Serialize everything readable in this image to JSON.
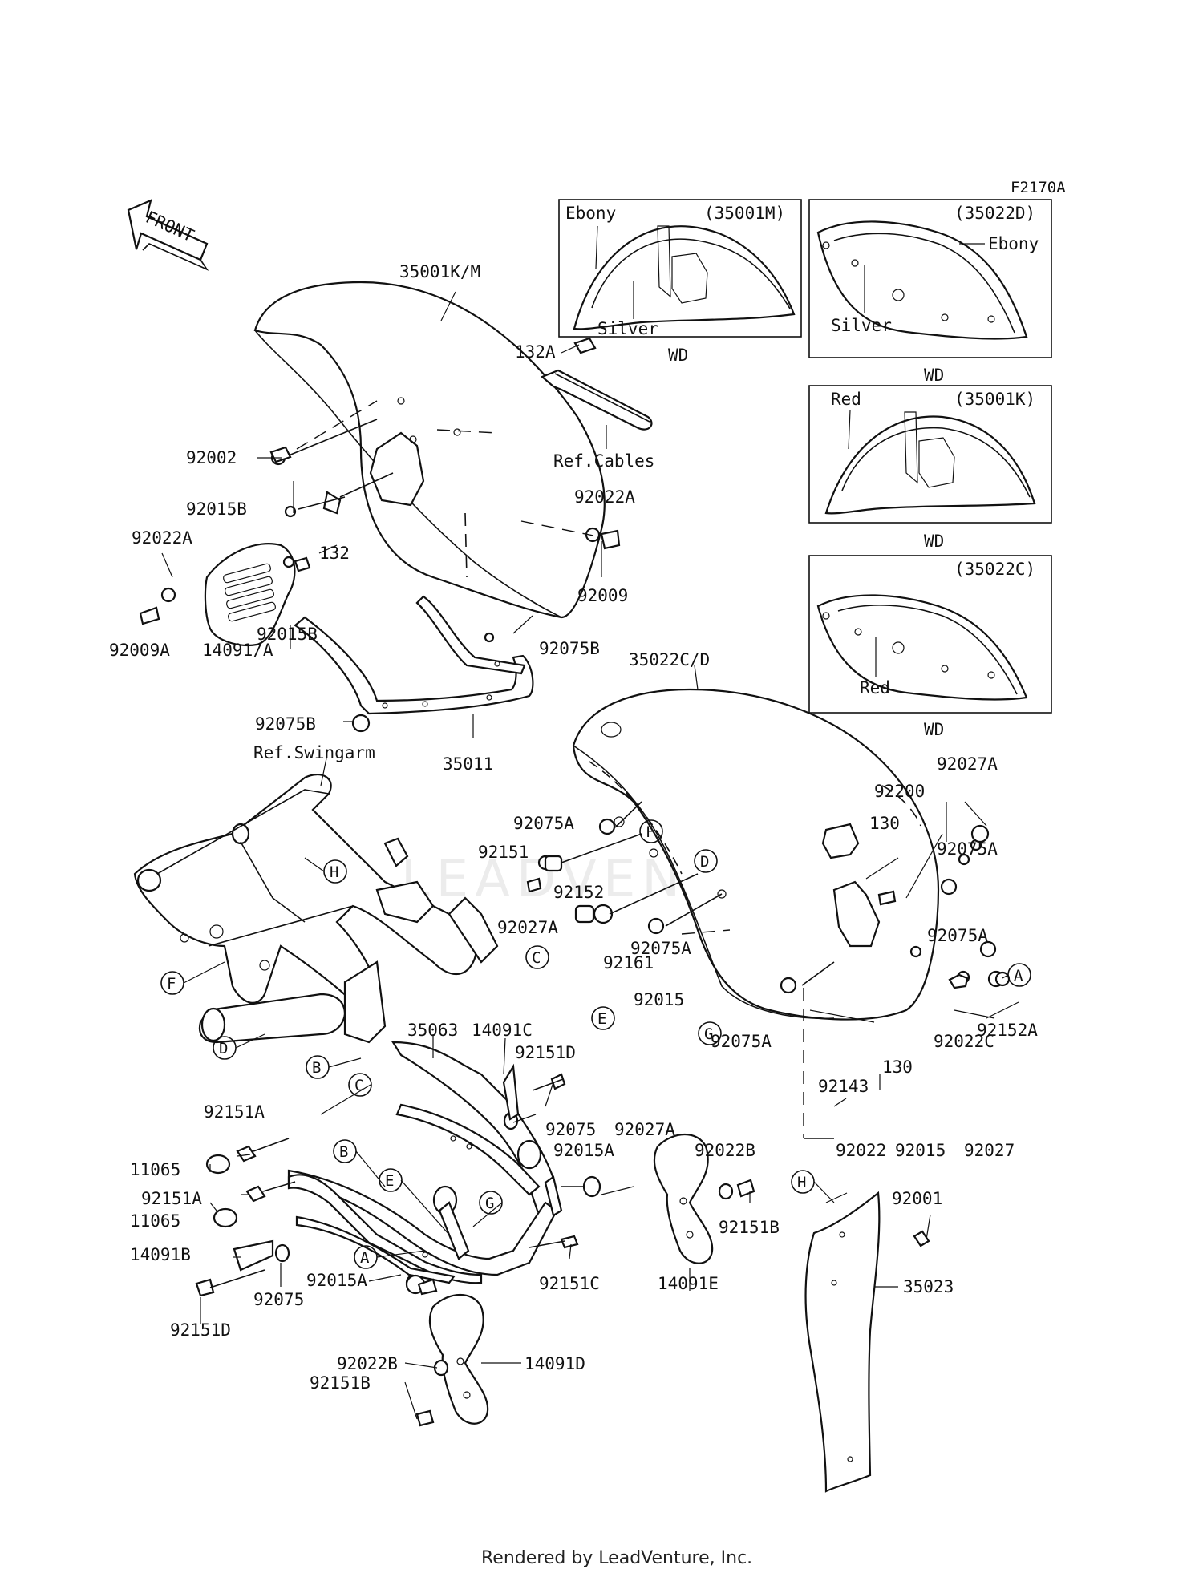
{
  "diagram_code": "F2170A",
  "front_label": "FRONT",
  "watermark": "LEADVENTURE",
  "footer": "Rendered by LeadVenture, Inc.",
  "variants": [
    {
      "part": "(35001M)",
      "color1": "Ebony",
      "color2": "Silver",
      "tag": "WD"
    },
    {
      "part": "(35022D)",
      "color1": "Ebony",
      "color2": "Silver",
      "tag": "WD"
    },
    {
      "part": "(35001K)",
      "color1": "Red",
      "tag": "WD"
    },
    {
      "part": "(35022C)",
      "color1": "Red",
      "tag": "WD"
    }
  ],
  "callouts": {
    "p35001KM": "35001K/M",
    "p132A": "132A",
    "p92002": "92002",
    "refCables": "Ref.Cables",
    "p92015B_a": "92015B",
    "p92022A_a": "92022A",
    "p92022A_b": "92022A",
    "p132": "132",
    "p92009": "92009",
    "p92009A": "92009A",
    "p14091A": "14091/A",
    "p92015B_b": "92015B",
    "p92075B_a": "92075B",
    "p35022CD": "35022C/D",
    "p92075B_b": "92075B",
    "refSwingarm": "Ref.Swingarm",
    "p35011": "35011",
    "p92027A_a": "92027A",
    "p92200": "92200",
    "p130_a": "130",
    "p92075A_a": "92075A",
    "p92075A_b": "92075A",
    "p92151": "92151",
    "p92152": "92152",
    "p92027A_b": "92027A",
    "p92075A_c": "92075A",
    "p92161": "92161",
    "p92075A_d": "92075A",
    "p92152A": "92152A",
    "p92015_a": "92015",
    "p92075A_e": "92075A",
    "p92022C": "92022C",
    "p35063": "35063",
    "p14091C": "14091C",
    "p92151D_a": "92151D",
    "p130_b": "130",
    "p92143": "92143",
    "p92151A_a": "92151A",
    "p92027A_c": "92027A",
    "p92075_a": "92075",
    "p92015A_a": "92015A",
    "p92022B_a": "92022B",
    "p92022": "92022",
    "p92015_b": "92015",
    "p92027": "92027",
    "p11065_a": "11065",
    "p92151A_b": "92151A",
    "p11065_b": "11065",
    "p92151B_a": "92151B",
    "p92001": "92001",
    "p14091B": "14091B",
    "p92075_b": "92075",
    "p92015A_b": "92015A",
    "p92151C": "92151C",
    "p14091E": "14091E",
    "p35023": "35023",
    "p92151D_b": "92151D",
    "p92022B_b": "92022B",
    "p14091D": "14091D",
    "p92151B_b": "92151B"
  },
  "letters": {
    "F1": "F",
    "D1": "D",
    "C1": "C",
    "E1": "E",
    "G1": "G",
    "A1": "A",
    "H1": "H",
    "F2": "F",
    "D2": "D",
    "B1": "B",
    "C2": "C",
    "B2": "B",
    "E2": "E",
    "G2": "G",
    "A2": "A",
    "H2": "H"
  }
}
